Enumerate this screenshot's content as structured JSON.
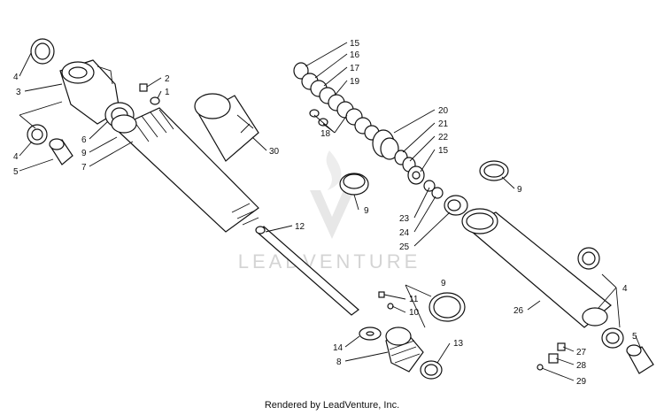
{
  "watermark": "LEADVENTURE",
  "footer": "Rendered by LeadVenture, Inc.",
  "callouts": {
    "c1": "1",
    "c2": "2",
    "c3": "3",
    "c4a": "4",
    "c4b": "4",
    "c4c": "4",
    "c5a": "5",
    "c5b": "5",
    "c6": "6",
    "c7": "7",
    "c8": "8",
    "c9a": "9",
    "c9b": "9",
    "c9c": "9",
    "c9d": "9",
    "c10": "10",
    "c11": "11",
    "c12": "12",
    "c13": "13",
    "c14": "14",
    "c15a": "15",
    "c15b": "15",
    "c16": "16",
    "c17": "17",
    "c18": "18",
    "c19": "19",
    "c20": "20",
    "c21": "21",
    "c22": "22",
    "c23": "23",
    "c24": "24",
    "c25": "25",
    "c26": "26",
    "c27": "27",
    "c28": "28",
    "c29": "29",
    "c30": "30"
  },
  "colors": {
    "ink": "#111111",
    "watermark": "#d4d4d4",
    "background": "#ffffff"
  }
}
